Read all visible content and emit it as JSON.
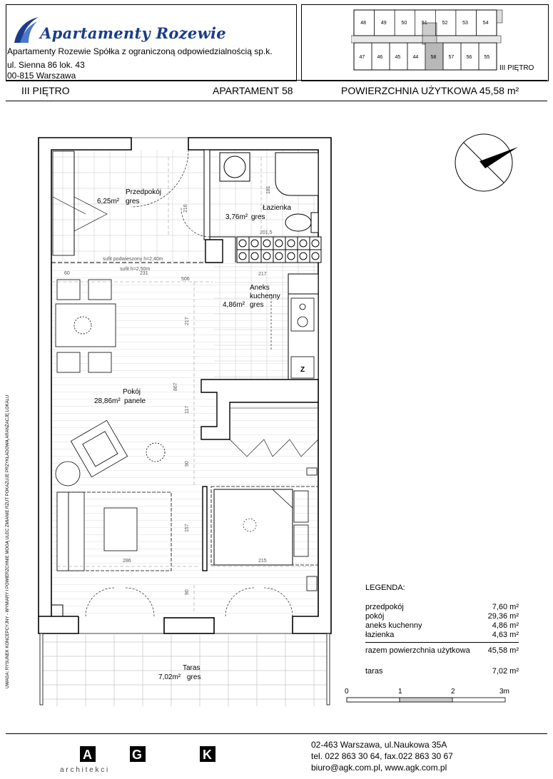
{
  "header": {
    "logo_text": "Apartamenty Rozewie",
    "company": "Apartamenty Rozewie Spółka z ograniczoną odpowiedzialnością sp.k.",
    "address_line1": "ul. Sienna 86 lok. 43",
    "address_line2": "00-815 Warszawa"
  },
  "key_plan": {
    "top_units": [
      "48",
      "49",
      "50",
      "51",
      "52",
      "53",
      "54"
    ],
    "bottom_units": [
      "47",
      "46",
      "45",
      "44",
      "58",
      "57",
      "56",
      "55"
    ],
    "floor_label": "III PIĘTRO"
  },
  "title_bar": {
    "floor": "III PIĘTRO",
    "apartment": "APARTAMENT 58",
    "area": "POWIERZCHNIA UŻYTKOWA 45,58 m²"
  },
  "rooms": {
    "przedpokoj": {
      "name": "Przedpokój",
      "area": "6,25m²",
      "finish": "gres"
    },
    "lazienka": {
      "name": "Łazienka",
      "area": "3,76m²",
      "finish": "gres"
    },
    "aneks": {
      "name1": "Aneks",
      "name2": "kuchenny",
      "area": "4,86m²",
      "finish": "gres"
    },
    "pokoj": {
      "name": "Pokój",
      "area": "28,86m²",
      "finish": "panele"
    },
    "taras": {
      "name": "Taras",
      "area": "7,02m²",
      "finish": "gres"
    }
  },
  "annotations": {
    "ceiling1": "sufit podwieszony h=2,40m",
    "ceiling2": "sufit h=2,50m",
    "fridge": "Z"
  },
  "dimensions": {
    "d216": "216",
    "d181": "181",
    "d201": "201,5",
    "d60": "60",
    "d231": "231",
    "d506": "506",
    "d217a": "217",
    "d217b": "217",
    "d867": "867",
    "d117": "117",
    "d90a": "90",
    "d157": "157",
    "d286": "286",
    "d215": "215",
    "d90b": "90"
  },
  "legend": {
    "title": "LEGENDA:",
    "rows": [
      {
        "name": "przedpokój",
        "value": "7,60 m²"
      },
      {
        "name": "pokój",
        "value": "29,36 m²"
      },
      {
        "name": "aneks kuchenny",
        "value": "4,86 m²"
      },
      {
        "name": "łazienka",
        "value": "4,63 m²"
      },
      {
        "name": "razem powierzchnia użytkowa",
        "value": "45,58 m²"
      },
      {
        "name": "taras",
        "value": "7,02 m²"
      }
    ]
  },
  "scale": {
    "t0": "0",
    "t1": "1",
    "t2": "2",
    "t3": "3m"
  },
  "side_note": "UWAGA: RYSUNEK KONCEPCYJNY - WYMIARY I POWIERZCHNIE MOGĄ ULEC ZMIANIE  RZUT POKAZUJE PRZYKŁADOWĄ ARANŻACJĘ LOKALU",
  "footer": {
    "letters": [
      "A",
      "G",
      "K"
    ],
    "sub": "a r c h i t e k c i",
    "address": "02-463 Warszawa, ul.Naukowa 35A",
    "phone": "tel. 022 863 30 64, fax.022 863 30 67",
    "web": "biuro@agk.com.pl, www.agk.com.pl"
  }
}
